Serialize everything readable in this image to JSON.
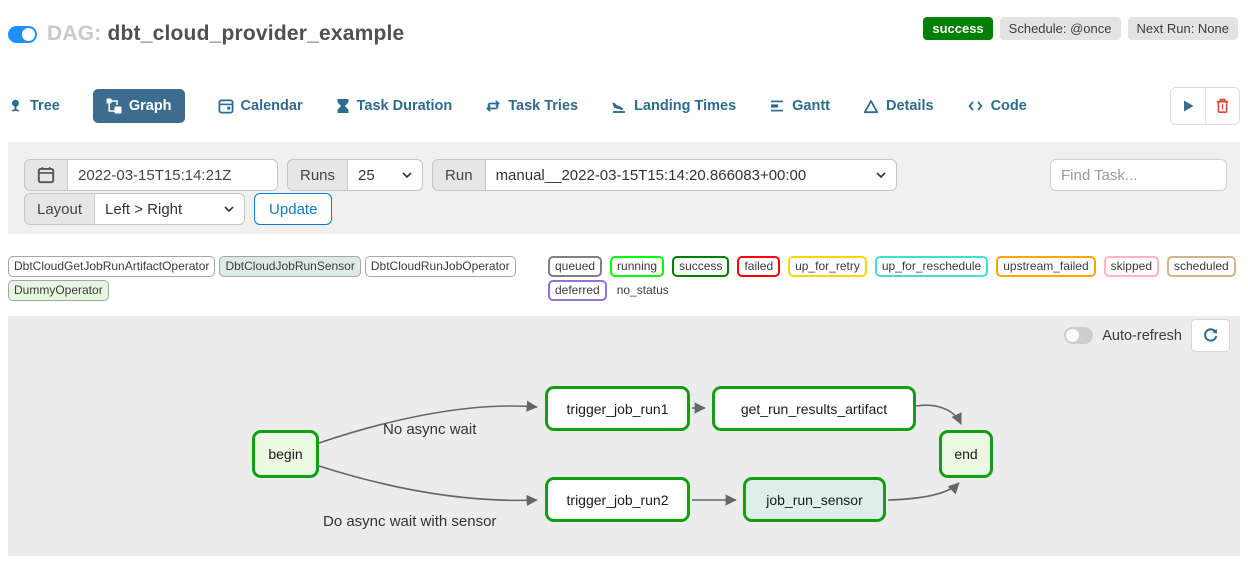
{
  "header": {
    "dag_prefix": "DAG:",
    "dag_name": "dbt_cloud_provider_example",
    "status_badge": "success",
    "schedule_badge": "Schedule: @once",
    "next_run_badge": "Next Run: None"
  },
  "colors": {
    "success_green": "#008000",
    "node_border_green": "#12a012",
    "active_tab_bg": "#3c6d8f",
    "tab_text": "#2e6c8f",
    "toggle_on_blue": "#1f8ffb",
    "update_blue": "#0d79d0",
    "trash_red": "#e5472d",
    "edge_gray": "#666666",
    "panel_bg": "#ececec"
  },
  "tabs": [
    {
      "label": "Tree",
      "icon": "tree-icon",
      "active": false
    },
    {
      "label": "Graph",
      "icon": "graph-icon",
      "active": true
    },
    {
      "label": "Calendar",
      "icon": "calendar-icon",
      "active": false
    },
    {
      "label": "Task Duration",
      "icon": "hourglass-icon",
      "active": false
    },
    {
      "label": "Task Tries",
      "icon": "repeat-icon",
      "active": false
    },
    {
      "label": "Landing Times",
      "icon": "plane-landing-icon",
      "active": false
    },
    {
      "label": "Gantt",
      "icon": "gantt-icon",
      "active": false
    },
    {
      "label": "Details",
      "icon": "triangle-icon",
      "active": false
    },
    {
      "label": "Code",
      "icon": "code-icon",
      "active": false
    }
  ],
  "filters": {
    "base_date_value": "2022-03-15T15:14:21Z",
    "runs_label": "Runs",
    "runs_value": "25",
    "run_label": "Run",
    "run_value": "manual__2022-03-15T15:14:20.866083+00:00",
    "find_task_placeholder": "Find Task...",
    "layout_label": "Layout",
    "layout_value": "Left > Right",
    "update_button": "Update"
  },
  "legend": {
    "operators": [
      {
        "label": "DbtCloudGetJobRunArtifactOperator",
        "color": "#ffffff"
      },
      {
        "label": "DbtCloudJobRunSensor",
        "color": "#dcebe6"
      },
      {
        "label": "DbtCloudRunJobOperator",
        "color": "#ffffff"
      },
      {
        "label": "DummyOperator",
        "color": "#e6f6df"
      }
    ],
    "statuses": [
      {
        "label": "queued",
        "color": "#808080"
      },
      {
        "label": "running",
        "color": "#00ff00"
      },
      {
        "label": "success",
        "color": "#008000"
      },
      {
        "label": "failed",
        "color": "#ff0000"
      },
      {
        "label": "up_for_retry",
        "color": "#ffd700"
      },
      {
        "label": "up_for_reschedule",
        "color": "#40e0d0"
      },
      {
        "label": "upstream_failed",
        "color": "#ffa500"
      },
      {
        "label": "skipped",
        "color": "#ffb6c1"
      },
      {
        "label": "scheduled",
        "color": "#d2b48c"
      },
      {
        "label": "deferred",
        "color": "#9370db"
      }
    ],
    "no_status_label": "no_status"
  },
  "graph": {
    "auto_refresh_label": "Auto-refresh",
    "edge_labels": [
      "No async wait",
      "Do async wait with sensor"
    ],
    "nodes": [
      {
        "label": "begin",
        "fill": "#e9f7e3",
        "border": "#12a012"
      },
      {
        "label": "trigger_job_run1",
        "fill": "#ffffff",
        "border": "#12a012"
      },
      {
        "label": "get_run_results_artifact",
        "fill": "#ffffff",
        "border": "#12a012"
      },
      {
        "label": "end",
        "fill": "#e9f7e3",
        "border": "#12a012"
      },
      {
        "label": "trigger_job_run2",
        "fill": "#ffffff",
        "border": "#12a012"
      },
      {
        "label": "job_run_sensor",
        "fill": "#e0eeea",
        "border": "#12a012"
      }
    ]
  }
}
